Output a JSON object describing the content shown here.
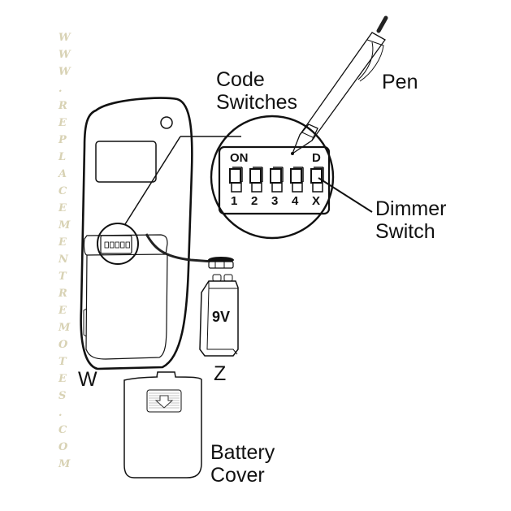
{
  "labels": {
    "pen": "Pen",
    "code_switches": [
      "Code",
      "Switches"
    ],
    "dimmer_switch": [
      "Dimmer",
      "Switch"
    ],
    "battery_cover": [
      "Battery",
      "Cover"
    ],
    "remote": "W",
    "battery_label": "Z",
    "battery_voltage": "9V"
  },
  "dip_switch": {
    "on_label": "ON",
    "dimmer_label": "D",
    "switch_numbers": [
      "1",
      "2",
      "3",
      "4",
      "X"
    ]
  },
  "watermark": [
    "W",
    "W",
    "W",
    ".",
    "R",
    "E",
    "P",
    "L",
    "A",
    "C",
    "E",
    "M",
    "E",
    "N",
    "T",
    "R",
    "E",
    "M",
    "O",
    "T",
    "E",
    "S",
    ".",
    "C",
    "O",
    "M"
  ]
}
